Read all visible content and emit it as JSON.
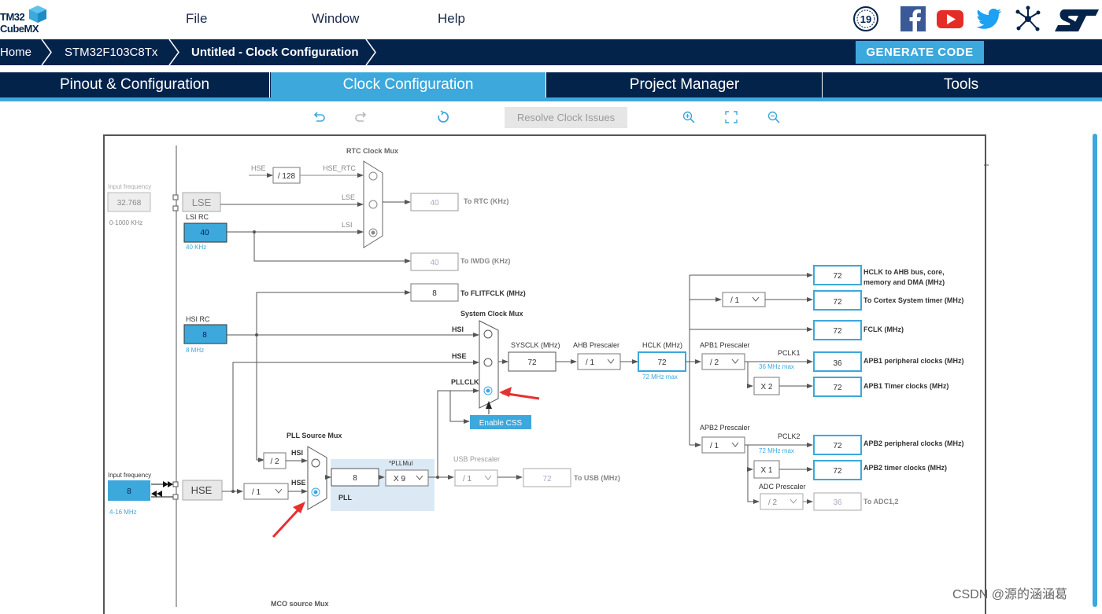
{
  "app": {
    "logo_line1": "TM32",
    "logo_line2": "CubeMX"
  },
  "menu": {
    "file": "File",
    "window": "Window",
    "help": "Help"
  },
  "socials": {
    "badge_text": "19"
  },
  "breadcrumbs": {
    "home": "Home",
    "device": "STM32F103C8Tx",
    "project": "Untitled - Clock Configuration"
  },
  "generate_label": "GENERATE CODE",
  "tabs": {
    "pinout": "Pinout & Configuration",
    "clock": "Clock Configuration",
    "project": "Project Manager",
    "tools": "Tools"
  },
  "toolbar": {
    "resolve": "Resolve Clock Issues"
  },
  "diagram": {
    "rtc_mux_title": "RTC Clock Mux",
    "sysclk_mux_title": "System Clock Mux",
    "pll_mux_title": "PLL Source Mux",
    "mco_title": "MCO source Mux",
    "input_freq_label": "Input frequency",
    "lse_value": "32.768",
    "lse_range": "0-1000 KHz",
    "lse_label": "LSE",
    "lsi_rc_label": "LSI RC",
    "lsi_value": "40",
    "lsi_unit": "40 KHz",
    "hse_rtc_in": "HSE",
    "div128": "/ 128",
    "hse_rtc": "HSE_RTC",
    "mux_lse": "LSE",
    "mux_lsi": "LSI",
    "rtc_value": "40",
    "rtc_label": "To RTC (KHz)",
    "iwdg_value": "40",
    "iwdg_label": "To IWDG (KHz)",
    "flit_value": "8",
    "flit_label": "To FLITFCLK (MHz)",
    "hsi_rc_label": "HSI RC",
    "hsi_value": "8",
    "hsi_unit": "8 MHz",
    "sys_hsi": "HSI",
    "sys_hse": "HSE",
    "sys_pllclk": "PLLCLK",
    "enable_css": "Enable CSS",
    "sysclk_label": "SYSCLK (MHz)",
    "sysclk_value": "72",
    "ahb_label": "AHB Prescaler",
    "ahb_value": "/ 1",
    "hclk_label": "HCLK (MHz)",
    "hclk_value": "72",
    "hclk_max": "72 MHz max",
    "hse_input_label": "Input frequency",
    "hse_value": "8",
    "hse_range": "4-16 MHz",
    "hse_label": "HSE",
    "hse_div": "/ 1",
    "div2": "/ 2",
    "pll_hsi": "HSI",
    "pll_hse": "HSE",
    "pll_value": "8",
    "pllmul_label": "*PLLMul",
    "pllmul_value": "X 9",
    "pll_label": "PLL",
    "usb_label": "USB Prescaler",
    "usb_div": "/ 1",
    "usb_value": "72",
    "usb_out": "To USB (MHz)",
    "out_ahb_value": "72",
    "out_ahb_label": "HCLK to AHB bus, core,",
    "out_ahb_label2": "memory and DMA (MHz)",
    "cortex_div": "/ 1",
    "out_cortex_value": "72",
    "out_cortex_label": "To Cortex System timer (MHz)",
    "out_fclk_value": "72",
    "out_fclk_label": "FCLK (MHz)",
    "apb1_label": "APB1 Prescaler",
    "apb1_div": "/ 2",
    "pclk1_label": "PCLK1",
    "pclk1_max": "36 MHz max",
    "out_apb1p_value": "36",
    "out_apb1p_label": "APB1 peripheral clocks (MHz)",
    "apb1_x2": "X 2",
    "out_apb1t_value": "72",
    "out_apb1t_label": "APB1 Timer clocks (MHz)",
    "apb2_label": "APB2 Prescaler",
    "apb2_div": "/ 1",
    "pclk2_label": "PCLK2",
    "pclk2_max": "72 MHz max",
    "out_apb2p_value": "72",
    "out_apb2p_label": "APB2 peripheral clocks (MHz)",
    "apb2_x1": "X 1",
    "out_apb2t_value": "72",
    "out_apb2t_label": "APB2 timer clocks (MHz)",
    "adc_label": "ADC Prescaler",
    "adc_div": "/ 2",
    "out_adc_value": "36",
    "out_adc_label": "To ADC1,2"
  },
  "watermark": "CSDN @源的涵涵葛",
  "colors": {
    "navy": "#03234b",
    "accent": "#3ca8dc",
    "arrow_red": "#e83030"
  }
}
